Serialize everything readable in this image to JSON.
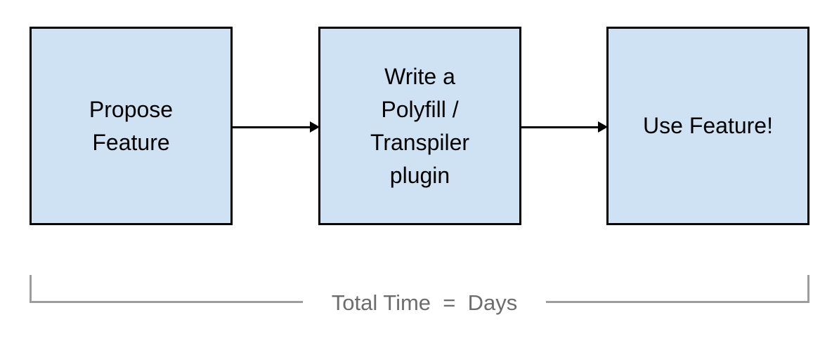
{
  "diagram": {
    "type": "flowchart",
    "orientation": "left-to-right",
    "background_color": "#ffffff",
    "node_fill_color": "#cfe2f3",
    "node_border_color": "#000000",
    "arrow_color": "#000000",
    "bracket_color": "#9d9d9d",
    "bracket_label_color": "#6d6d6d",
    "nodes": [
      {
        "id": "propose",
        "label": "Propose\nFeature"
      },
      {
        "id": "polyfill",
        "label": "Write a\nPolyfill /\nTranspiler\nplugin"
      },
      {
        "id": "use",
        "label": "Use Feature!"
      }
    ],
    "connectors": [
      {
        "id": "arrow-1",
        "from": "propose",
        "to": "polyfill",
        "style": "solid-arrow"
      },
      {
        "id": "arrow-2",
        "from": "polyfill",
        "to": "use",
        "style": "solid-arrow"
      }
    ],
    "bracket": {
      "label": "Total Time  =  Days",
      "spans": [
        "propose",
        "polyfill",
        "use"
      ]
    }
  }
}
